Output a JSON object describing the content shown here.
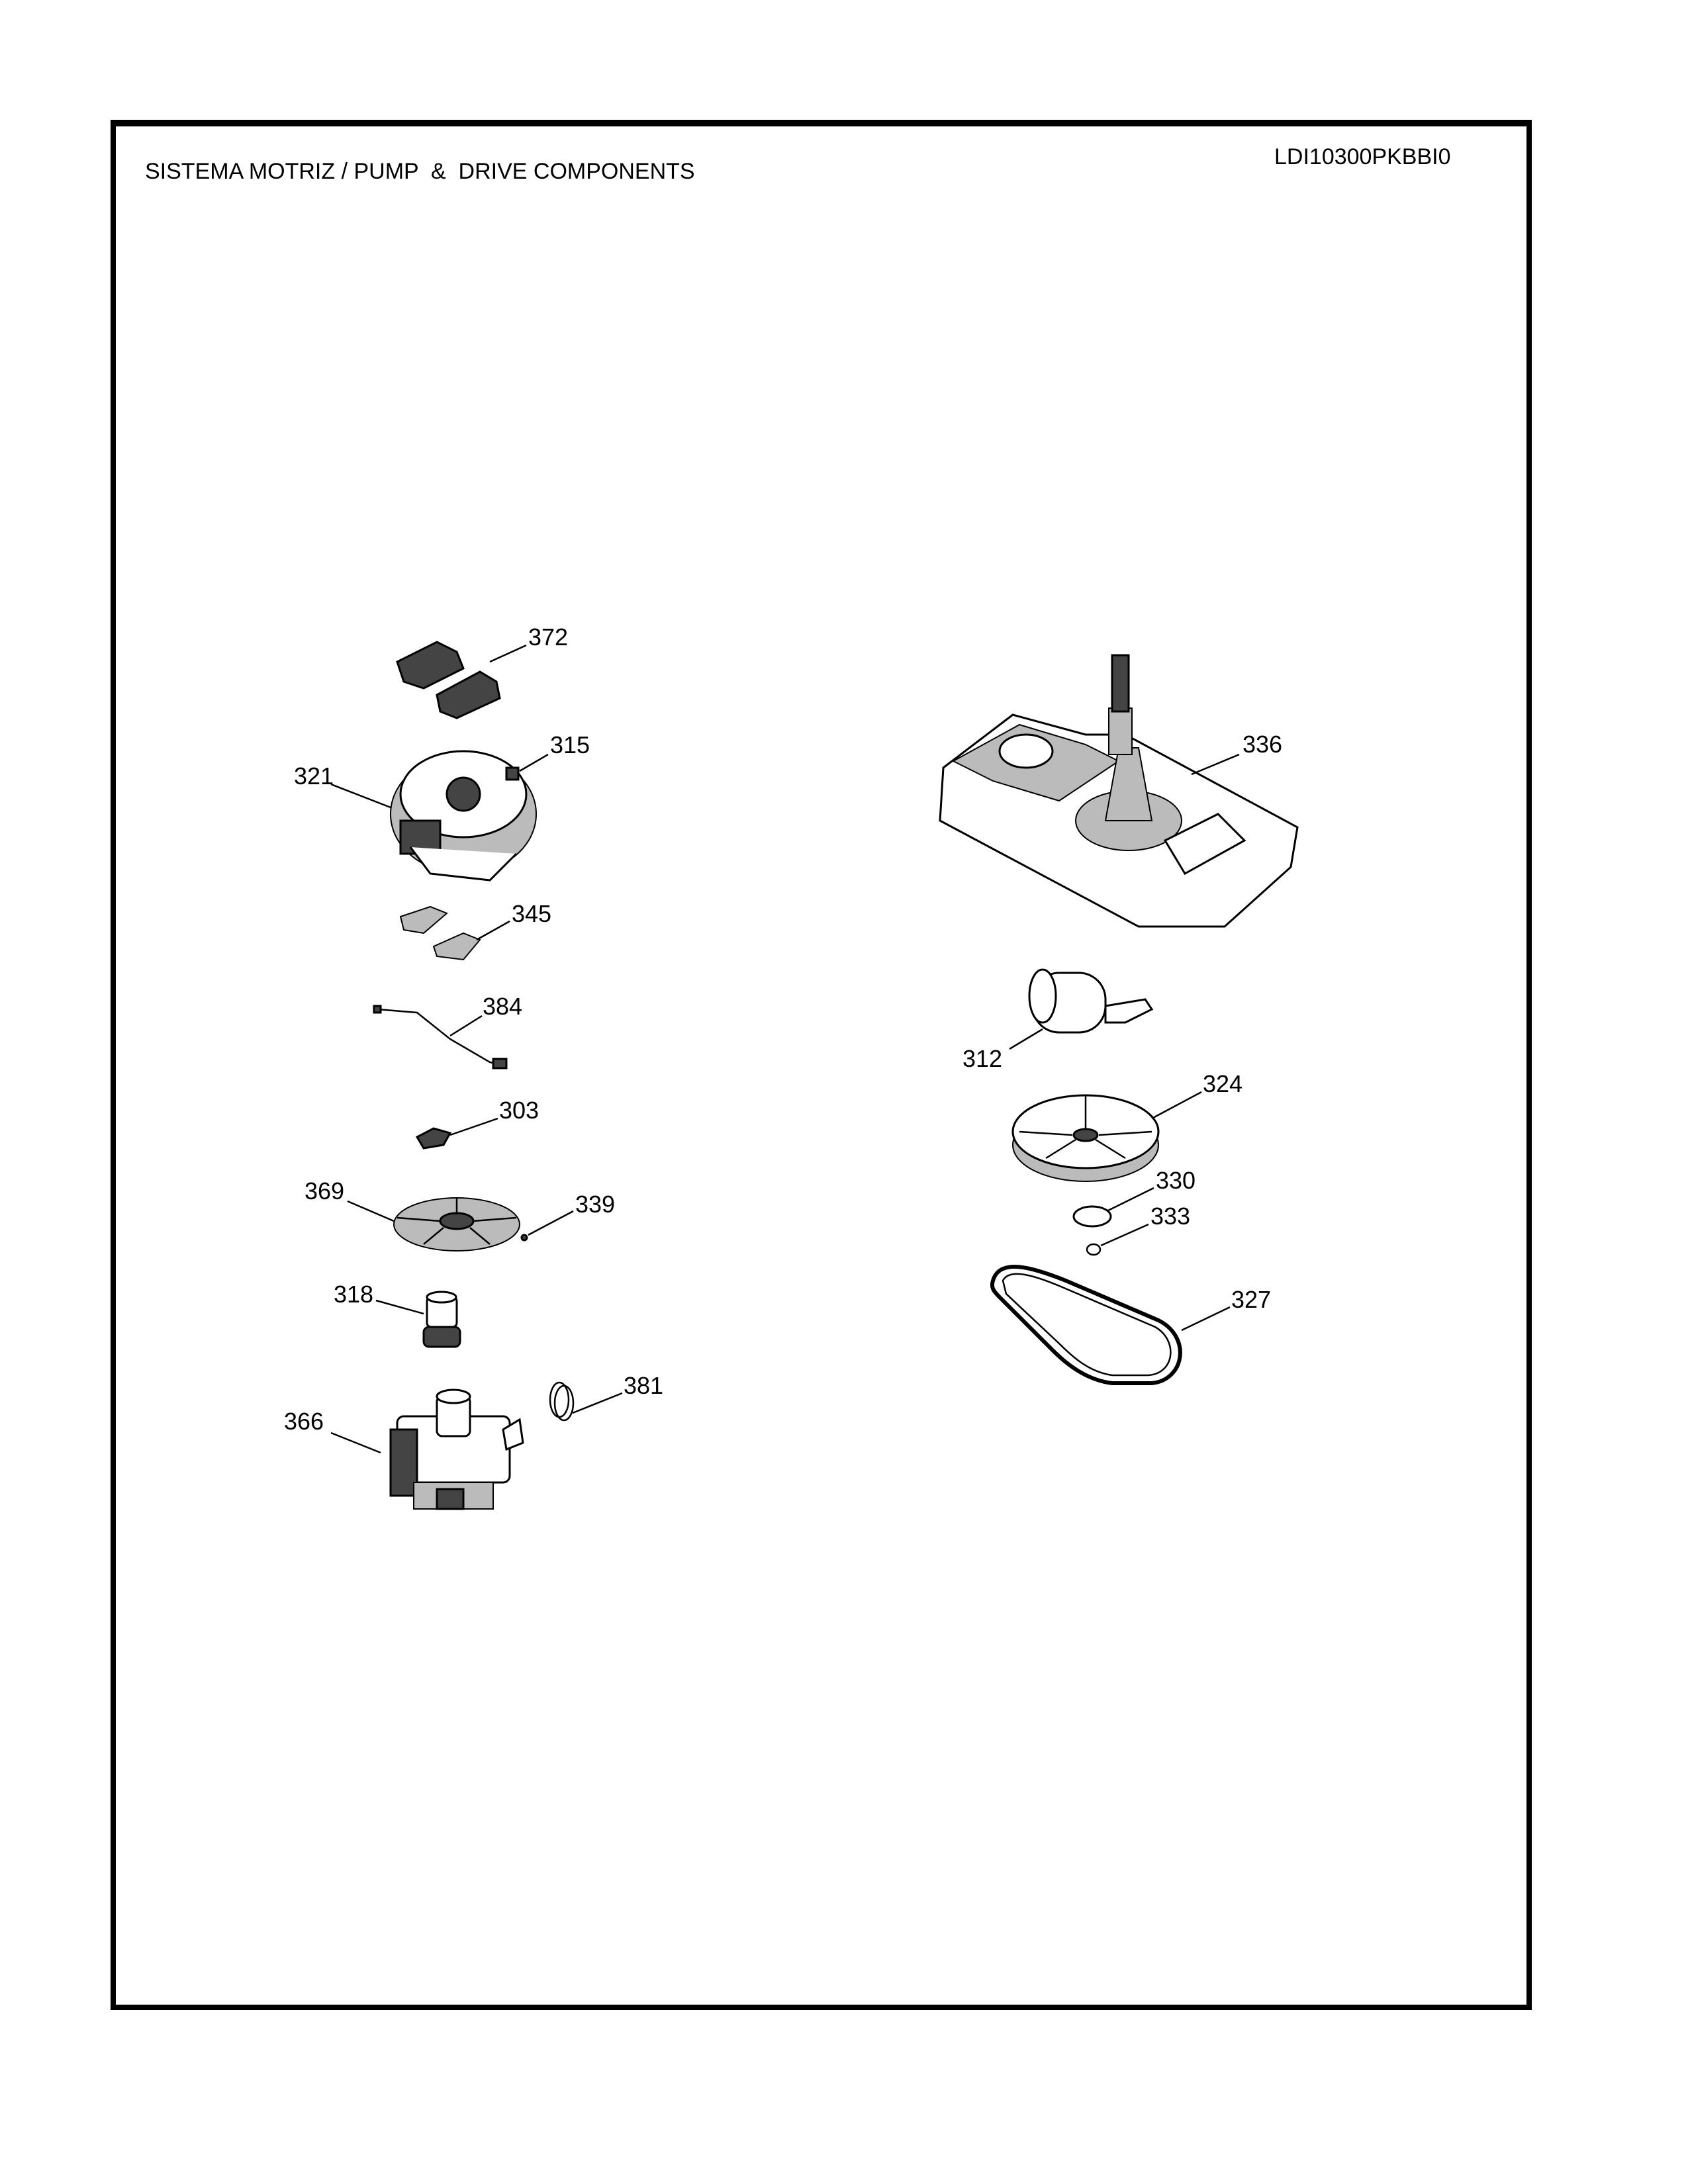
{
  "header": {
    "title": "SISTEMA MOTRIZ / PUMP  &  DRIVE COMPONENTS",
    "model_number": "LDI10300PKBBI0"
  },
  "parts": {
    "p372": "372",
    "p315": "315",
    "p321": "321",
    "p345": "345",
    "p384": "384",
    "p303": "303",
    "p369": "369",
    "p339": "339",
    "p318": "318",
    "p381": "381",
    "p366": "366",
    "p336": "336",
    "p312": "312",
    "p324": "324",
    "p330": "330",
    "p333": "333",
    "p327": "327"
  }
}
